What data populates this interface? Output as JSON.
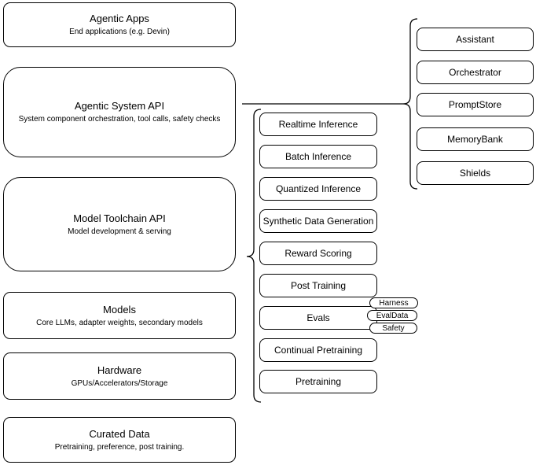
{
  "diagram": {
    "left_stack": [
      {
        "title": "Agentic Apps",
        "subtitle": "End applications (e.g. Devin)"
      },
      {
        "title": "Agentic System API",
        "subtitle": "System component orchestration, tool calls, safety checks"
      },
      {
        "title": "Model Toolchain API",
        "subtitle": "Model development & serving"
      },
      {
        "title": "Models",
        "subtitle": "Core LLMs, adapter weights, secondary models"
      },
      {
        "title": "Hardware",
        "subtitle": "GPUs/Accelerators/Storage"
      },
      {
        "title": "Curated Data",
        "subtitle": "Pretraining, preference, post training."
      }
    ],
    "toolchain_services": [
      {
        "label": "Realtime Inference"
      },
      {
        "label": "Batch Inference"
      },
      {
        "label": "Quantized Inference"
      },
      {
        "label": "Synthetic Data Generation"
      },
      {
        "label": "Reward Scoring"
      },
      {
        "label": "Post Training"
      },
      {
        "label": "Evals"
      },
      {
        "label": "Continual Pretraining"
      },
      {
        "label": "Pretraining"
      }
    ],
    "eval_tags": [
      {
        "label": "Harness"
      },
      {
        "label": "EvalData"
      },
      {
        "label": "Safety"
      }
    ],
    "system_components": [
      {
        "label": "Assistant"
      },
      {
        "label": "Orchestrator"
      },
      {
        "label": "PromptStore"
      },
      {
        "label": "MemoryBank"
      },
      {
        "label": "Shields"
      }
    ],
    "colors": {
      "stroke": "#000000",
      "fill": "#ffffff",
      "text": "#000000"
    }
  }
}
